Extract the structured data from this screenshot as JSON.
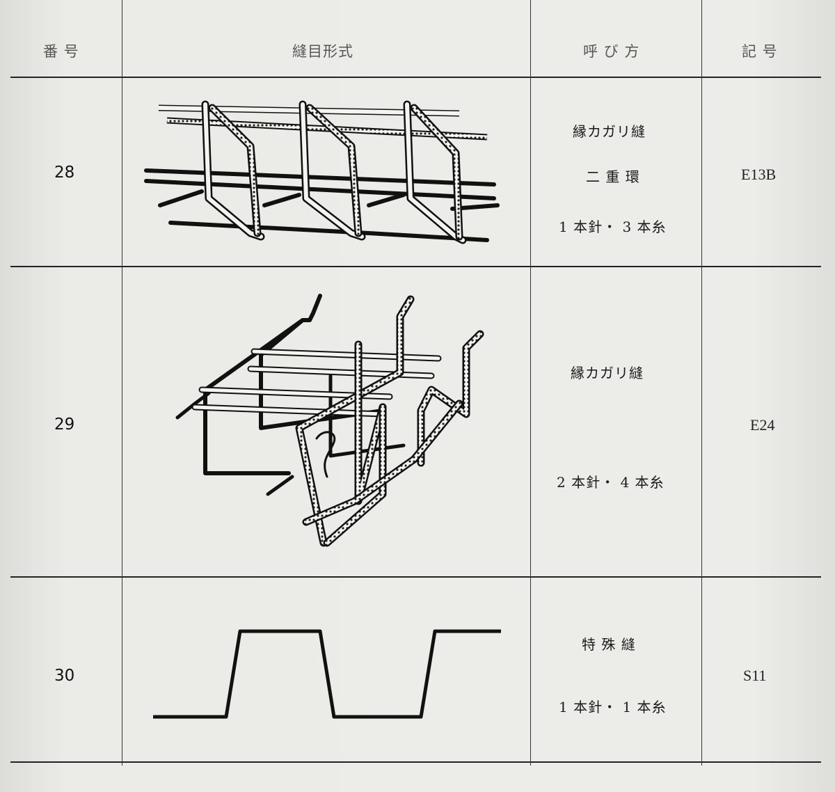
{
  "header": {
    "number": "番 号",
    "form": "縫目形式",
    "name": "呼 び 方",
    "symbol": "記 号"
  },
  "rows": [
    {
      "number": "28",
      "name_lines": [
        "縁カガリ縫",
        "二 重 環",
        "1 本針・ 3 本糸"
      ],
      "symbol": "E13B",
      "diagram_icon": "double-chain-overedge-stitch-diagram"
    },
    {
      "number": "29",
      "name_lines": [
        "縁カガリ縫",
        "2 本針・ 4 本糸"
      ],
      "symbol": "E24",
      "diagram_icon": "two-needle-four-thread-overedge-diagram"
    },
    {
      "number": "30",
      "name_lines": [
        "特 殊 縫",
        "1 本針・ 1 本糸"
      ],
      "symbol": "S11",
      "diagram_icon": "special-stitch-square-wave-diagram"
    }
  ]
}
